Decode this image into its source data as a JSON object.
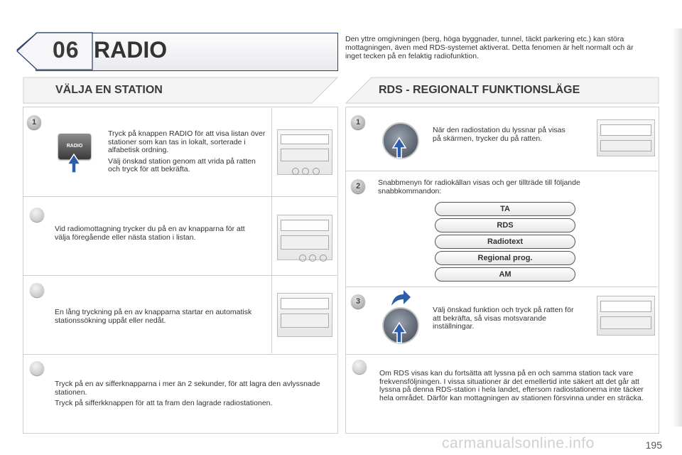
{
  "chapter": {
    "number": "06",
    "title": "RADIO"
  },
  "intro": "Den yttre omgivningen (berg, höga byggnader, tunnel, täckt parkering etc.) kan störa mottagningen, även med RDS-systemet aktiverat. Detta fenomen är helt normalt och är inget tecken på en felaktig radiofunktion.",
  "left": {
    "heading": "VÄLJA EN STATION",
    "step1": {
      "badge": "1",
      "button_label": "RADIO",
      "p1": "Tryck på knappen RADIO för att visa listan över stationer som kan tas in lokalt, sorterade i alfabetisk ordning.",
      "p2": "Välj önskad station genom att vrida på ratten och tryck för att bekräfta."
    },
    "tip1": "Vid radiomottagning trycker du på en av knapparna för att välja föregående eller nästa station i listan.",
    "tip2": "En lång tryckning på en av knapparna startar en automatisk stationssökning uppåt eller nedåt.",
    "tip3": {
      "p1": "Tryck på en av sifferknapparna i mer än 2 sekunder, för att lagra den avlyssnade stationen.",
      "p2": "Tryck på sifferkknappen för att ta fram den lagrade radiostationen."
    }
  },
  "right": {
    "heading": "RDS - REGIONALT FUNKTIONSLÄGE",
    "step1": {
      "badge": "1",
      "text": "När den radiostation du lyssnar på visas på skärmen, trycker du på ratten."
    },
    "step2": {
      "badge": "2",
      "text": "Snabbmenyn för radiokällan visas och ger tillträde till följande snabbkommandon:",
      "options": [
        "TA",
        "RDS",
        "Radiotext",
        "Regional prog.",
        "AM"
      ]
    },
    "step3": {
      "badge": "3",
      "text": "Välj önskad funktion och tryck på ratten för att bekräfta, så visas motsvarande inställningar."
    },
    "tip": "Om RDS visas kan du fortsätta att lyssna på en och samma station tack vare frekvensföljningen. I vissa situationer är det emellertid inte säkert att det går att lyssna på denna RDS-station i hela landet, eftersom radiostationerna inte täcker hela området. Därför kan mottagningen av stationen försvinna under en sträcka."
  },
  "page_number": "195",
  "watermark": "carmanualsonline.info"
}
